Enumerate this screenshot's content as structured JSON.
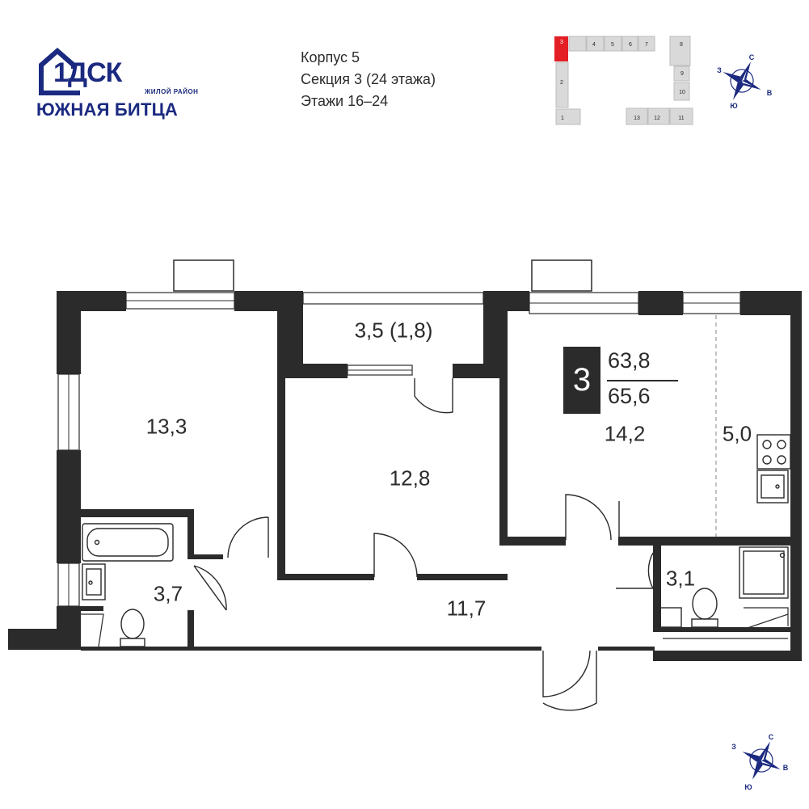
{
  "logo": {
    "brand": "1ДСК",
    "tagline": "ЖИЛОЙ РАЙОН",
    "name": "ЮЖНАЯ БИТЦА",
    "color": "#1b2a80"
  },
  "building_info": {
    "korpus": "Корпус 5",
    "section": "Секция 3",
    "section_floors": "(24 этажа)",
    "floors": "Этажи 16–24"
  },
  "keyplan": {
    "sections": [
      "1",
      "2",
      "3",
      "4",
      "5",
      "6",
      "7",
      "8",
      "9",
      "10",
      "11",
      "12",
      "13"
    ],
    "highlight": "3",
    "highlight_color": "#e31e24"
  },
  "compass": {
    "north": "С",
    "west": "З",
    "east": "В",
    "south": "Ю",
    "color": "#1b2a80"
  },
  "apartment": {
    "rooms": "3",
    "area_total": "63,8",
    "area_with_balcony": "65,6"
  },
  "rooms": {
    "bedroom_left": "13,3",
    "balcony": "3,5 (1,8)",
    "bedroom_middle": "12,8",
    "living": "14,2",
    "kitchen": "5,0",
    "bathroom": "3,7",
    "hall": "11,7",
    "wc": "3,1"
  }
}
